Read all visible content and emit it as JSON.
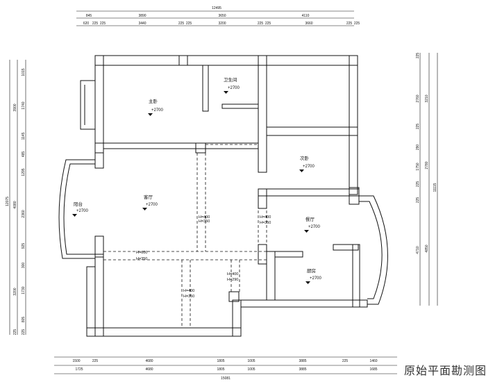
{
  "title": "原始平面勘测图",
  "rooms": {
    "master_bedroom": "主卧",
    "bathroom": "卫生间",
    "second_bedroom": "次卧",
    "living_room": "客厅",
    "balcony": "阳台",
    "dining_room": "餐厅",
    "kitchen": "厨房"
  },
  "elevation": "+2700",
  "beam_annotations": {
    "h400": "H=400",
    "h350": "H=350",
    "h600": "H=600",
    "h290": "H=290"
  },
  "dimensions": {
    "top_total": "12495",
    "top_row1": [
      "845",
      "3890",
      "3650",
      "4110"
    ],
    "top_row2": [
      "620",
      "225",
      "225",
      "3440",
      "225",
      "225",
      "3200",
      "225",
      "225",
      "3660",
      "225",
      "225"
    ],
    "bottom_row1": [
      "1500",
      "225",
      "4680",
      "1805",
      "1005",
      "3885",
      "225",
      "1460"
    ],
    "bottom_row2": [
      "1725",
      "4680",
      "1805",
      "1005",
      "3885",
      "1685"
    ],
    "bottom_total": "15081",
    "left_outer": [
      "3900",
      "4080",
      "3200"
    ],
    "left_outer_total": "12075",
    "left_inner": [
      "1015",
      "1740",
      "1145",
      "485",
      "1295",
      "2360",
      "925",
      "300",
      "1730",
      "805",
      "225"
    ],
    "left_extra": "225",
    "right_outer": [
      "3210",
      "2780",
      "4850"
    ],
    "right_outer_total": "11115",
    "right_inner": [
      "2760",
      "225",
      "290",
      "1750",
      "225",
      "225",
      "4710"
    ],
    "right_top": "225"
  }
}
